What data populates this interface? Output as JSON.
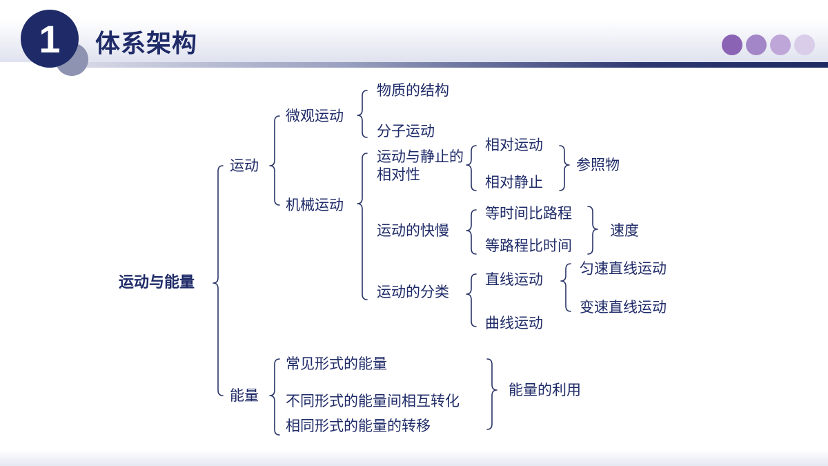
{
  "header": {
    "section_number": "1",
    "title": "体系架构",
    "dot_colors": [
      "#8a63b5",
      "#a386c7",
      "#bea6d8",
      "#d9cdea"
    ]
  },
  "tree": {
    "root": "运动与能量",
    "motion": "运动",
    "micro": "微观运动",
    "structure": "物质的结构",
    "molecular": "分子运动",
    "mechanical": "机械运动",
    "relativity": "运动与静止的相对性",
    "relative_motion": "相对运动",
    "relative_rest": "相对静止",
    "reference": "参照物",
    "speed_group": "运动的快慢",
    "same_time": "等时间比路程",
    "same_distance": "等路程比时间",
    "speed": "速度",
    "classification": "运动的分类",
    "linear": "直线运动",
    "uniform": "匀速直线运动",
    "variable": "变速直线运动",
    "curvilinear": "曲线运动",
    "energy": "能量",
    "forms": "常见形式的能量",
    "conversion": "不同形式的能量间相互转化",
    "transfer": "相同形式的能量的转移",
    "utilization": "能量的利用"
  }
}
